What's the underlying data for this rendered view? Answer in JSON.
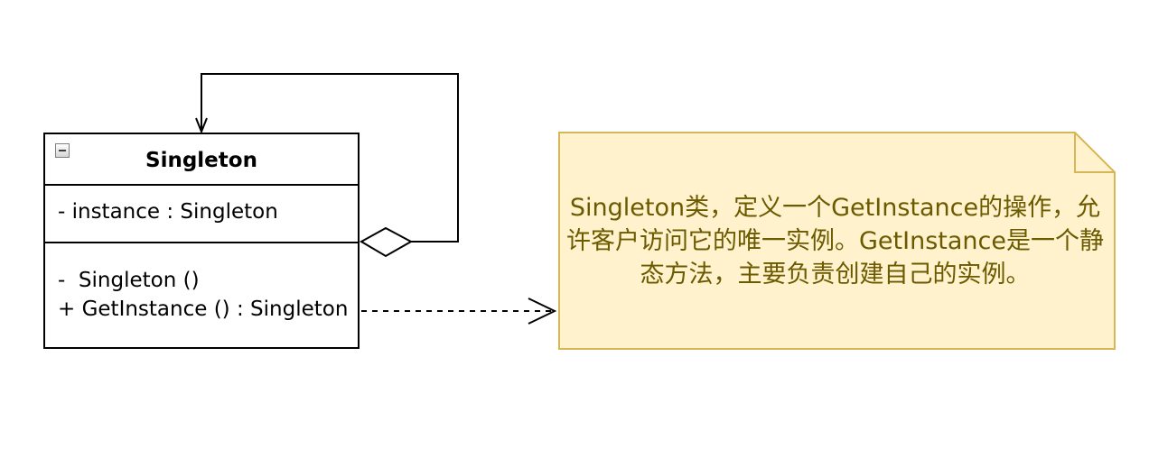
{
  "class": {
    "name": "Singleton",
    "attributes": [
      "- instance : Singleton"
    ],
    "methods": [
      "-  Singleton ()",
      "+ GetInstance () : Singleton"
    ]
  },
  "note": {
    "text": "Singleton类，定义一个GetInstance的操作，允许客户访问它的唯一实例。GetInstance是一个静态方法，主要负责创建自己的实例。"
  },
  "colors": {
    "note_fill": "#fff2cc",
    "note_border": "#d6b656",
    "note_text": "#6b5a00",
    "line": "#000000"
  }
}
